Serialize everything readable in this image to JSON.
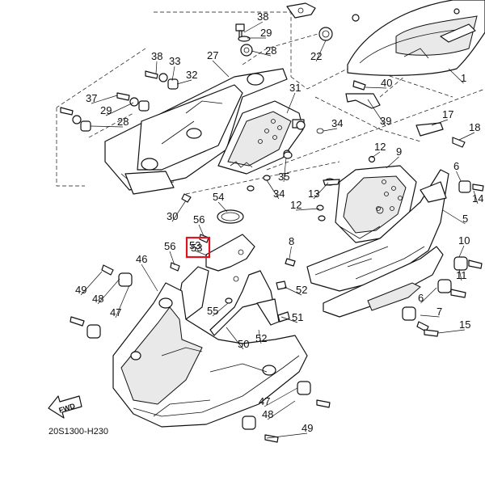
{
  "diagram": {
    "code": "20S1300-H230",
    "fwd_label": "FWD",
    "highlight_color": "#e0141e",
    "callouts": [
      "38",
      "29",
      "28",
      "27",
      "22",
      "1",
      "38",
      "33",
      "32",
      "37",
      "29",
      "28",
      "31",
      "34",
      "40",
      "39",
      "17",
      "18",
      "12",
      "9",
      "35",
      "34",
      "13",
      "6",
      "14",
      "54",
      "30",
      "56",
      "53",
      "56",
      "46",
      "8",
      "12",
      "5",
      "10",
      "49",
      "48",
      "47",
      "55",
      "52",
      "51",
      "52",
      "50",
      "6",
      "7",
      "15",
      "11",
      "47",
      "48",
      "49"
    ],
    "highlighted_callout": "53"
  }
}
